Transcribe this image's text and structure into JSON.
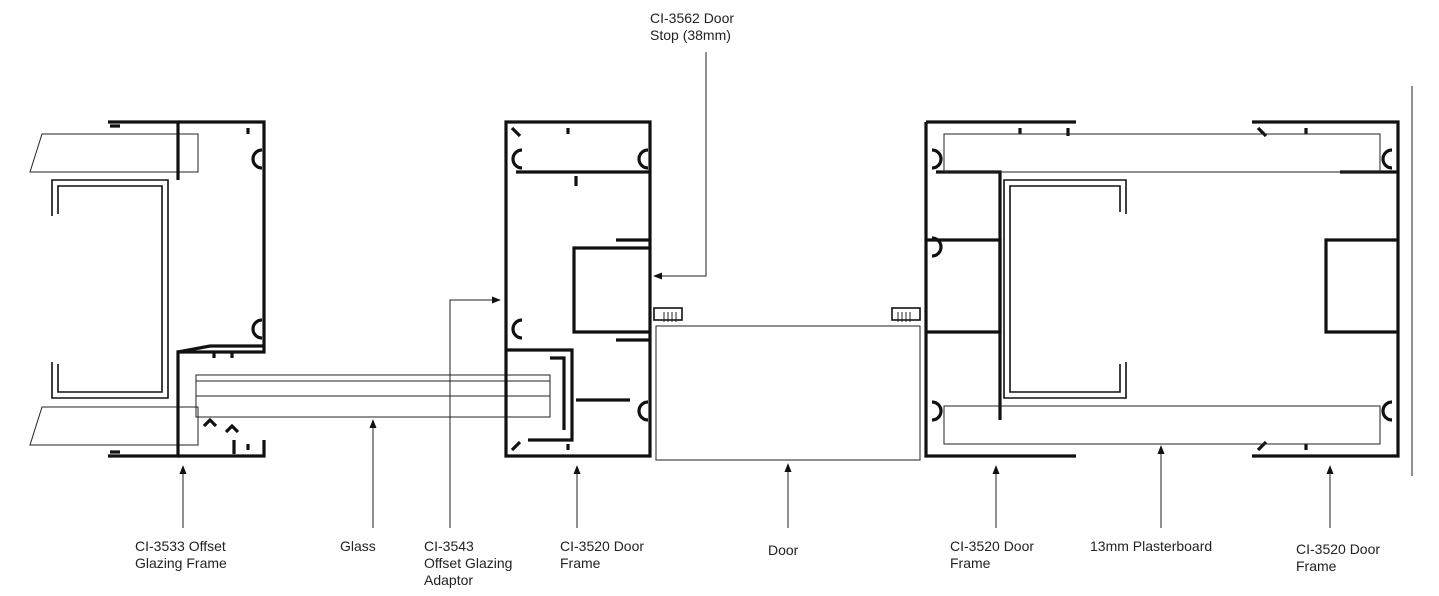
{
  "labels": {
    "door_stop": "CI-3562 Door\nStop (38mm)",
    "offset_glazing_frame": "CI-3533 Offset\nGlazing Frame",
    "glass": "Glass",
    "offset_glazing_adaptor": "CI-3543\nOffset Glazing\nAdaptor",
    "door_frame_1": "CI-3520 Door\nFrame",
    "door": "Door",
    "door_frame_2": "CI-3520 Door\nFrame",
    "plasterboard": "13mm Plasterboard",
    "door_frame_3": "CI-3520 Door\nFrame"
  },
  "colors": {
    "line": "#111111",
    "text": "#222222",
    "background": "#ffffff"
  }
}
